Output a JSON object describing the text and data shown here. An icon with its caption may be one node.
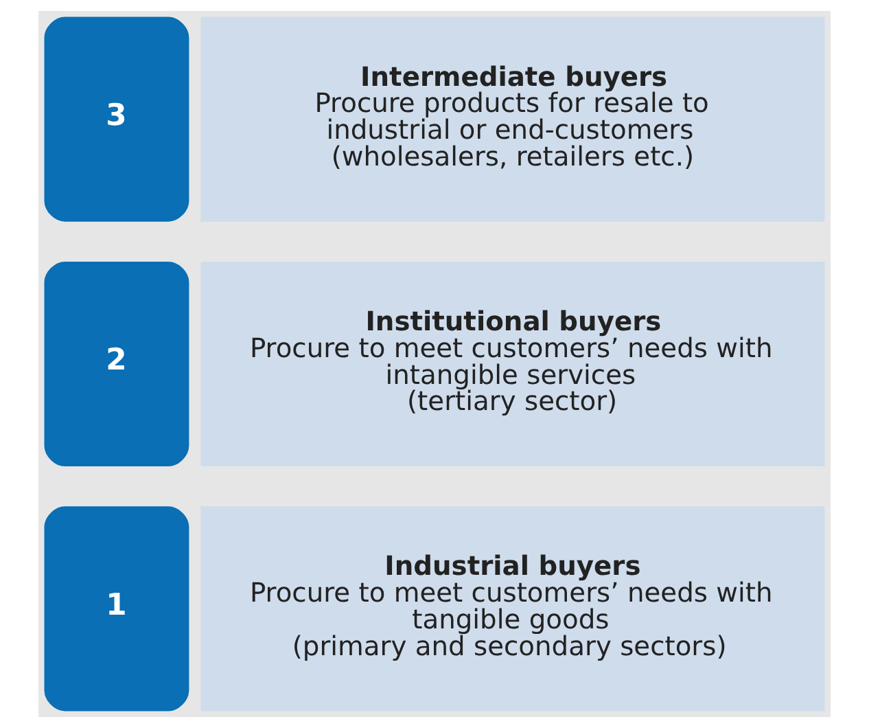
{
  "diagram": {
    "nodes": [
      {
        "text": [
          "1"
        ]
      },
      {
        "text": [
          "Industrial buyers",
          "Procure to meet customers’ needs with tangible goods",
          "(primary and secondary sectors)"
        ]
      },
      {
        "text": [
          "2"
        ]
      },
      {
        "text": [
          "Institutional buyers",
          "Procure to meet customers’ needs with intangible services",
          "(tertiary sector)"
        ]
      },
      {
        "text": [
          "3"
        ]
      },
      {
        "text": [
          "Intermediate buyers",
          "Procure products for resale to industrial or end-customers",
          "(wholesalers, retailers etc.)"
        ]
      }
    ]
  }
}
